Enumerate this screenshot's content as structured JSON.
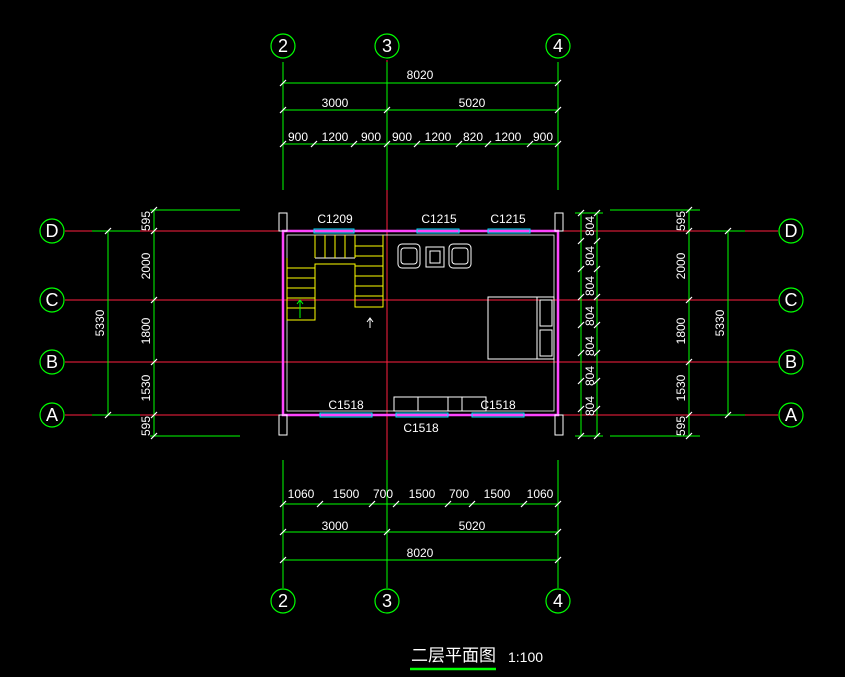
{
  "colors": {
    "background": "#000000",
    "grid_line": "#ff2040",
    "wall": "#ff44ff",
    "dimension": "#00ff00",
    "window": "#00e5ff",
    "furniture": "#ffffff",
    "stair": "#ffff00",
    "text": "#ffffff"
  },
  "axes": {
    "top_bubbles": [
      "2",
      "3",
      "4"
    ],
    "bottom_bubbles": [
      "2",
      "3",
      "4"
    ],
    "left_bubbles": [
      "D",
      "C",
      "B",
      "A"
    ],
    "right_bubbles": [
      "D",
      "C",
      "B",
      "A"
    ]
  },
  "dims": {
    "top": {
      "total": "8020",
      "mid": [
        "3000",
        "5020"
      ],
      "detail": [
        "900",
        "1200",
        "900",
        "900",
        "1200",
        "820",
        "1200",
        "900"
      ]
    },
    "bottom": {
      "detail": [
        "1060",
        "1500",
        "700",
        "1500",
        "700",
        "1500",
        "1060"
      ],
      "mid": [
        "3000",
        "5020"
      ],
      "total": "8020"
    },
    "left": {
      "detail": [
        "595",
        "2000",
        "1800",
        "1530",
        "595"
      ],
      "total": "5330"
    },
    "right": {
      "detail": [
        "595",
        "2000",
        "1800",
        "1530",
        "595"
      ],
      "total": "5330",
      "inner": [
        "804",
        "804",
        "804",
        "804",
        "804",
        "804",
        "804"
      ]
    }
  },
  "windows": {
    "top": [
      "C1209",
      "C1215",
      "C1215"
    ],
    "bottom": [
      "C1518",
      "C1518",
      "C1518"
    ]
  },
  "title": {
    "text": "二层平面图",
    "scale": "1:100"
  }
}
